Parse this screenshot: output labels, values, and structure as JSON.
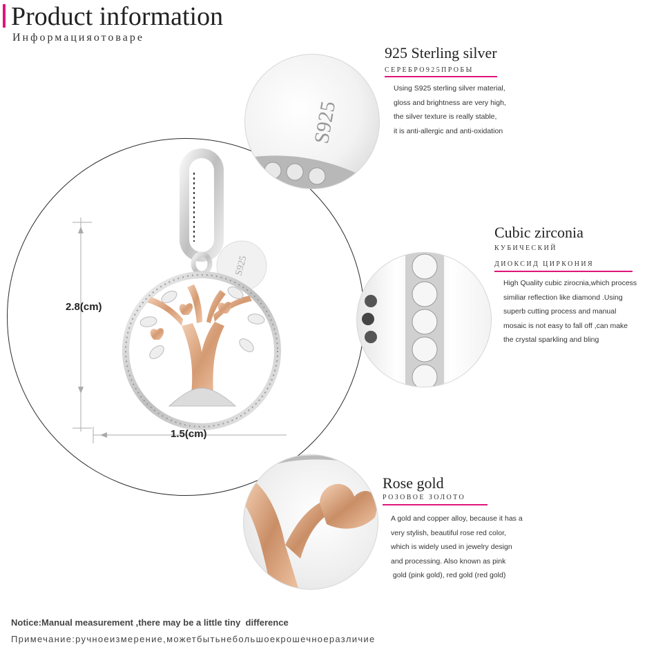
{
  "header": {
    "title": "Product information",
    "subtitle": "Информацияотоваре"
  },
  "product": {
    "height_label": "2.8(cm)",
    "width_label": "1.5(cm)",
    "stamp_text": "S925"
  },
  "sections": [
    {
      "title": "925 Sterling silver",
      "subtitle": "СЕРЕБРО925ПРОБЫ",
      "description": [
        "Using S925 sterling silver material,",
        "gloss and brightness are very high,",
        "the silver texture is really stable,",
        "it is anti-allergic and anti-oxidation"
      ],
      "stamp_text": "S925"
    },
    {
      "title": "Cubic zirconia",
      "subtitle": "КУБИЧЕСКИЙ",
      "subtitle2": "ДИОКСИД ЦИРКОНИЯ",
      "description": [
        "High Quality cubic zirocnia,which process",
        "similiar reflection like diamond .Using",
        "superb cutting process and manual",
        "mosaic is not easy to fall off ,can make",
        "the crystal sparkling and bling"
      ]
    },
    {
      "title": "Rose gold",
      "subtitle": "РОЗОВОЕ ЗОЛОТО",
      "description": [
        "A gold and copper alloy, because it has a",
        "very stylish, beautiful rose red color,",
        "which is widely used in jewelry design",
        "and processing. Also known as pink",
        " gold (pink gold), red gold (red gold)"
      ]
    }
  ],
  "notice": {
    "en": "Notice:Manual measurement ,there may be a little tiny  difference",
    "ru": "Примечание:ручноеизмерение,можетбытьнебольшоекрошечноеразличие"
  },
  "colors": {
    "accent": "#e0147a",
    "rose_gold": "#d9a27e",
    "silver": "#c9c9c9"
  }
}
